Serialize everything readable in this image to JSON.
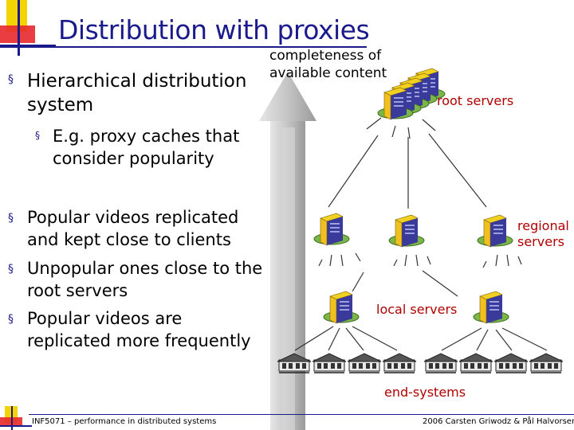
{
  "slide": {
    "title": "Distribution with proxies",
    "bullets": [
      {
        "line1": "Hierarchical distribution",
        "line2": "system"
      },
      {
        "sub1": "E.g. proxy caches that",
        "sub2": "consider popularity"
      },
      {
        "line1": "Popular videos replicated",
        "line2": "and kept close to clients"
      },
      {
        "line1": "Unpopular ones close to the",
        "line2": "root servers"
      },
      {
        "line1": "Popular videos are",
        "line2": "replicated more frequently"
      }
    ],
    "bullet_glyph": "§"
  },
  "diagram": {
    "arrow_label_1": "completeness of",
    "arrow_label_2": "available content",
    "root_label": "root servers",
    "regional_label_1": "regional",
    "regional_label_2": "servers",
    "local_label": "local servers",
    "end_label": "end-systems",
    "colors": {
      "label": "#b00000",
      "accent": "#1a1a8c",
      "arrow": "#b8b8b8"
    }
  },
  "footer": {
    "left": "INF5071 – performance in distributed systems",
    "right": "2006 Carsten Griwodz & Pål Halvorsen"
  }
}
